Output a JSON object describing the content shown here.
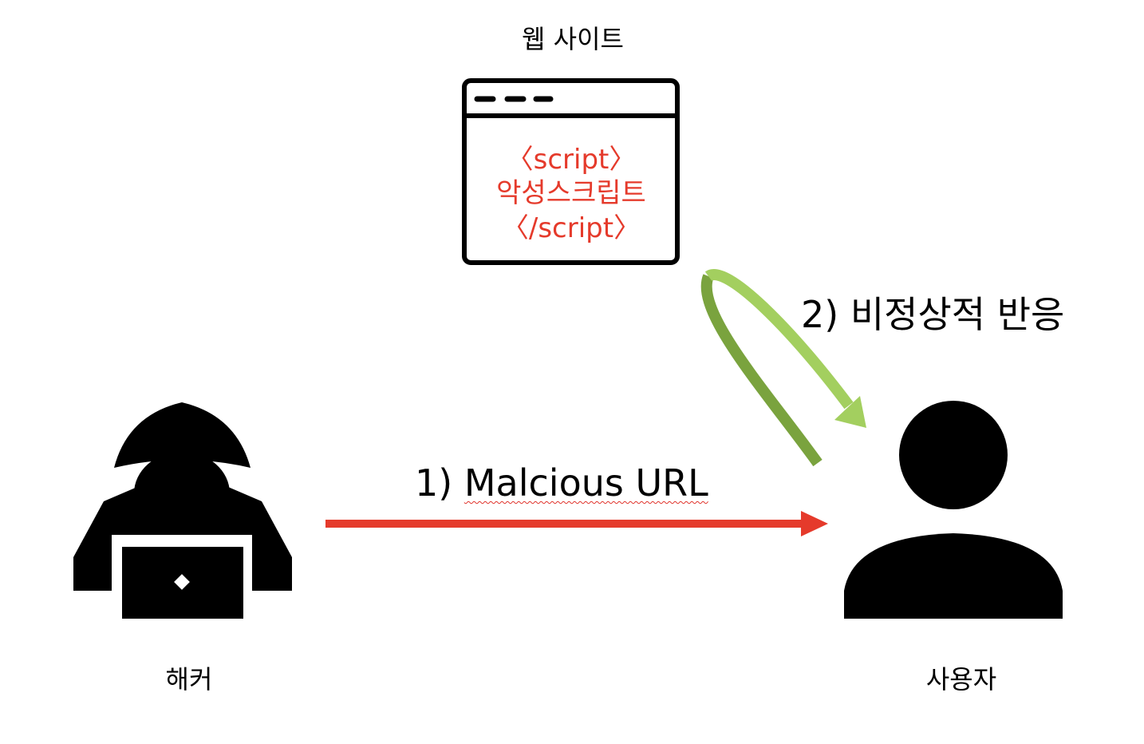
{
  "website": {
    "title": "웹 사이트",
    "code_open": "〈script〉",
    "code_body": "악성스크립트",
    "code_close": "〈/script〉"
  },
  "hacker": {
    "label": "해커",
    "icon": "hacker-icon"
  },
  "user": {
    "label": "사용자",
    "icon": "user-icon"
  },
  "steps": {
    "step1_number": "1)",
    "step1_text": "Malcious URL",
    "step2_text": "2) 비정상적 반응"
  },
  "colors": {
    "red_arrow": "#e53a2b",
    "green_arrow_light": "#a3cf5f",
    "green_arrow_dark": "#7aa33e",
    "code_text": "#e53a2b"
  }
}
